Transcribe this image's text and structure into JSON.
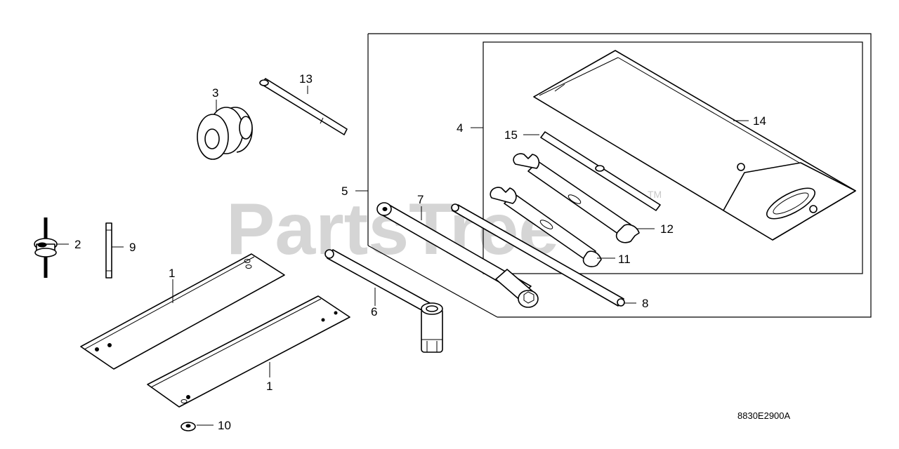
{
  "watermark": {
    "text": "PartsTree",
    "trademark": "TM"
  },
  "diagram_code": "8830E2900A",
  "callouts": {
    "c1a": "1",
    "c1b": "1",
    "c2": "2",
    "c3": "3",
    "c4": "4",
    "c5": "5",
    "c6": "6",
    "c7": "7",
    "c8": "8",
    "c9": "9",
    "c10": "10",
    "c11": "11",
    "c12": "12",
    "c13": "13",
    "c14": "14",
    "c15": "15"
  }
}
